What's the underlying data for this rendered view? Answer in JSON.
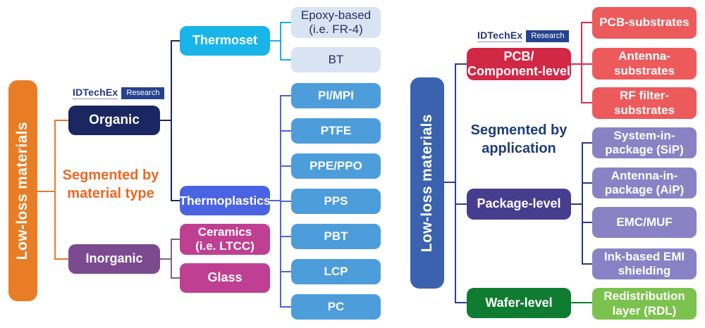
{
  "colors": {
    "bg": "#ffffff",
    "bar_orange": "#E87D25",
    "caption_orange": "#E86A24",
    "navy": "#1B2760",
    "cyan": "#19B4E9",
    "leaf_light": "#D9E4F3",
    "leaf_light_text": "#243262",
    "leaf_blue": "#4D9DDB",
    "royal": "#4A63E2",
    "purple_node": "#7B4A8F",
    "magenta": "#BF3F92",
    "bar_blue": "#3B62AE",
    "caption_blue": "#1E3C78",
    "red_node": "#D02845",
    "red_leaf": "#ED5A5C",
    "package_purple": "#473D8E",
    "purple_leaf": "#8983C5",
    "green_dark": "#0F7C31",
    "green_light": "#7CC24E",
    "line_orange": "#E5782F",
    "line_navy": "#1B2760",
    "line_cyan": "#19AEE8",
    "line_royal": "#4A63E2",
    "line_purple": "#7B5E93",
    "line_blue": "#27438F",
    "line_red": "#D3304C",
    "line_pkg": "#2B3A7A",
    "line_green": "#0F7C31",
    "logo_text": "#27357E",
    "logo_badge": "#27438F"
  },
  "left": {
    "bar_label": "Low-loss materials",
    "caption": "Segmented by\nmaterial type",
    "logo": {
      "brand": "IDTechEx",
      "badge": "Research"
    },
    "nodes": {
      "organic": "Organic",
      "inorganic": "Inorganic",
      "thermoset": "Thermoset",
      "thermoplastics": "Thermoplastics",
      "ceramics": "Ceramics\n(i.e. LTCC)",
      "glass": "Glass"
    },
    "thermoset_leaves": [
      "Epoxy-based\n(i.e. FR-4)",
      "BT"
    ],
    "thermoplastic_leaves": [
      "PI/MPI",
      "PTFE",
      "PPE/PPO",
      "PPS",
      "PBT",
      "LCP",
      "PC"
    ]
  },
  "right": {
    "bar_label": "Low-loss materials",
    "caption": "Segmented by\napplication",
    "logo": {
      "brand": "IDTechEx",
      "badge": "Research"
    },
    "nodes": {
      "pcb": "PCB/\nComponent-level",
      "package": "Package-level",
      "wafer": "Wafer-level"
    },
    "pcb_leaves": [
      "PCB-substrates",
      "Antenna-\nsubstrates",
      "RF filter-\nsubstrates"
    ],
    "package_leaves": [
      "System-in-\npackage (SiP)",
      "Antenna-in-\npackage (AiP)",
      "EMC/MUF",
      "Ink-based EMI\nshielding"
    ],
    "wafer_leaves": [
      "Redistribution\nlayer (RDL)"
    ]
  }
}
